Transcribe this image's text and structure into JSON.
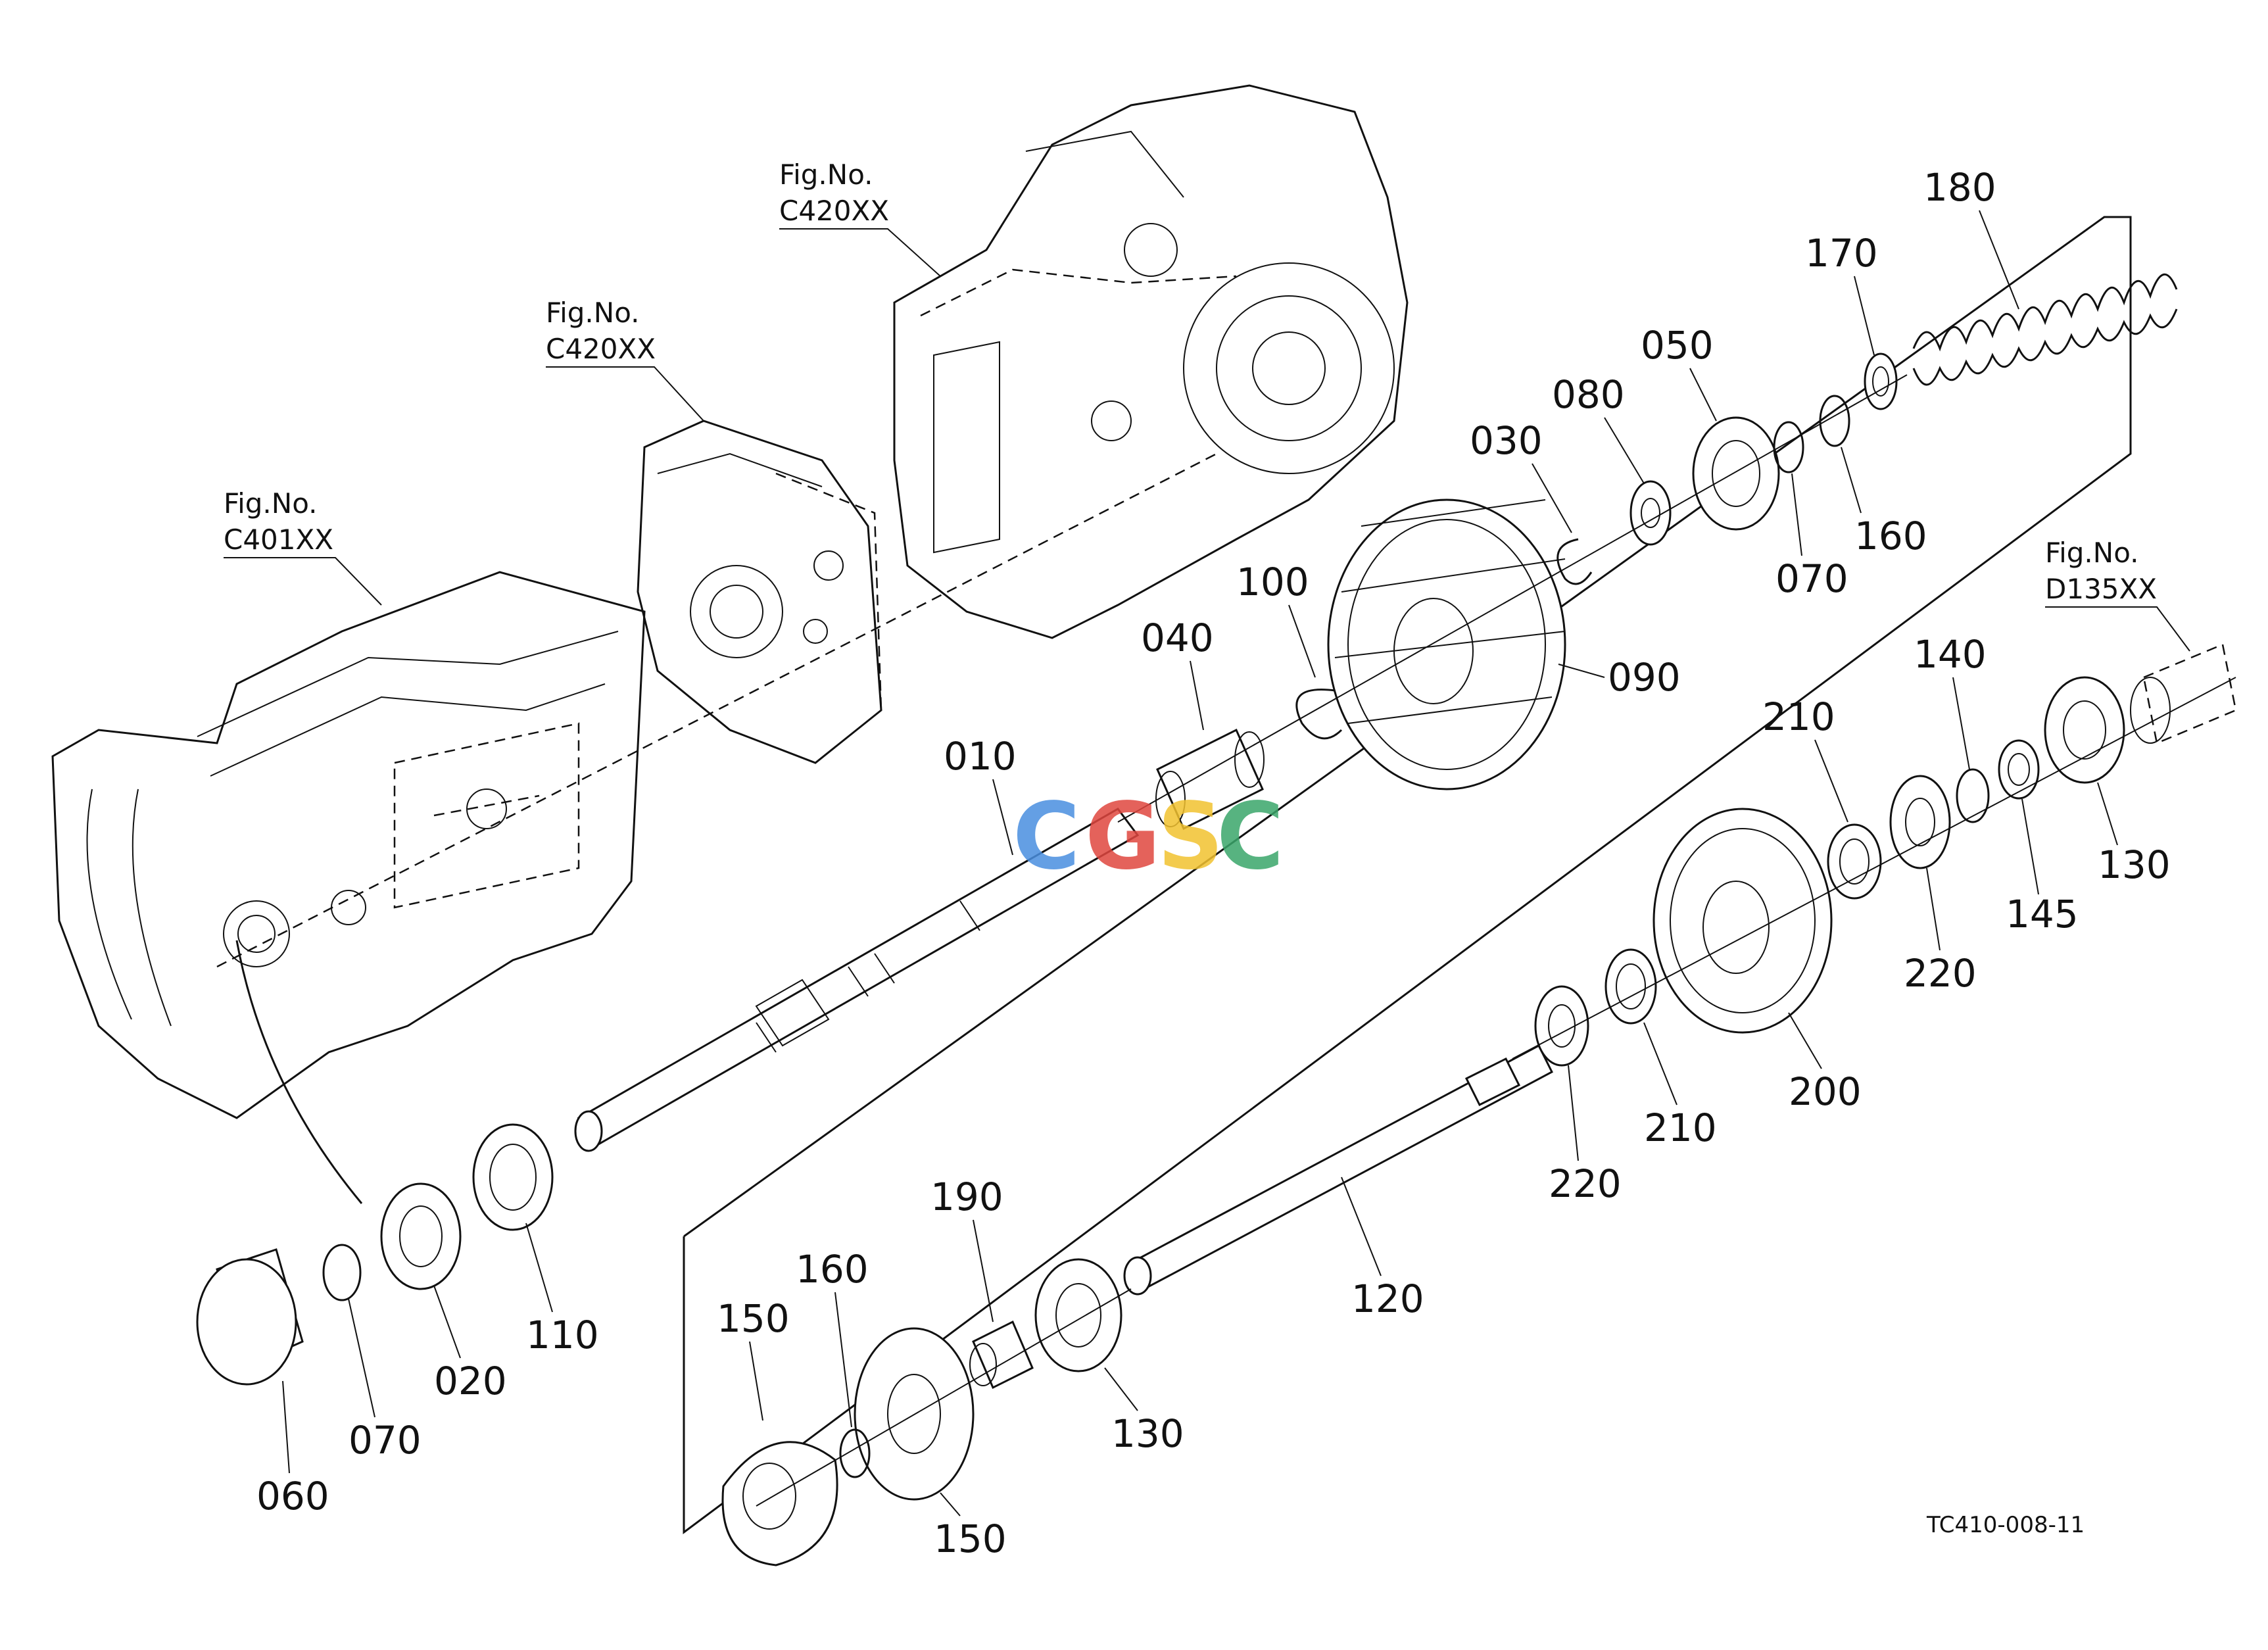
{
  "watermark": {
    "letters": [
      "C",
      "G",
      "S",
      "C"
    ],
    "colors": [
      "#4a8fe0",
      "#e0473f",
      "#f2c230",
      "#3aa66a"
    ]
  },
  "figure_refs": [
    {
      "line1": "Fig.No.",
      "line2": "C420XX"
    },
    {
      "line1": "Fig.No.",
      "line2": "C420XX"
    },
    {
      "line1": "Fig.No.",
      "line2": "C401XX"
    },
    {
      "line1": "Fig.No.",
      "line2": "D135XX"
    }
  ],
  "part_labels": [
    "180",
    "170",
    "050",
    "080",
    "030",
    "160",
    "070",
    "100",
    "090",
    "040",
    "010",
    "210",
    "140",
    "130",
    "145",
    "220",
    "200",
    "210",
    "220",
    "110",
    "020",
    "070",
    "060",
    "190",
    "160",
    "150",
    "130",
    "120",
    "150"
  ],
  "drawing_code": "TC410-008-11"
}
